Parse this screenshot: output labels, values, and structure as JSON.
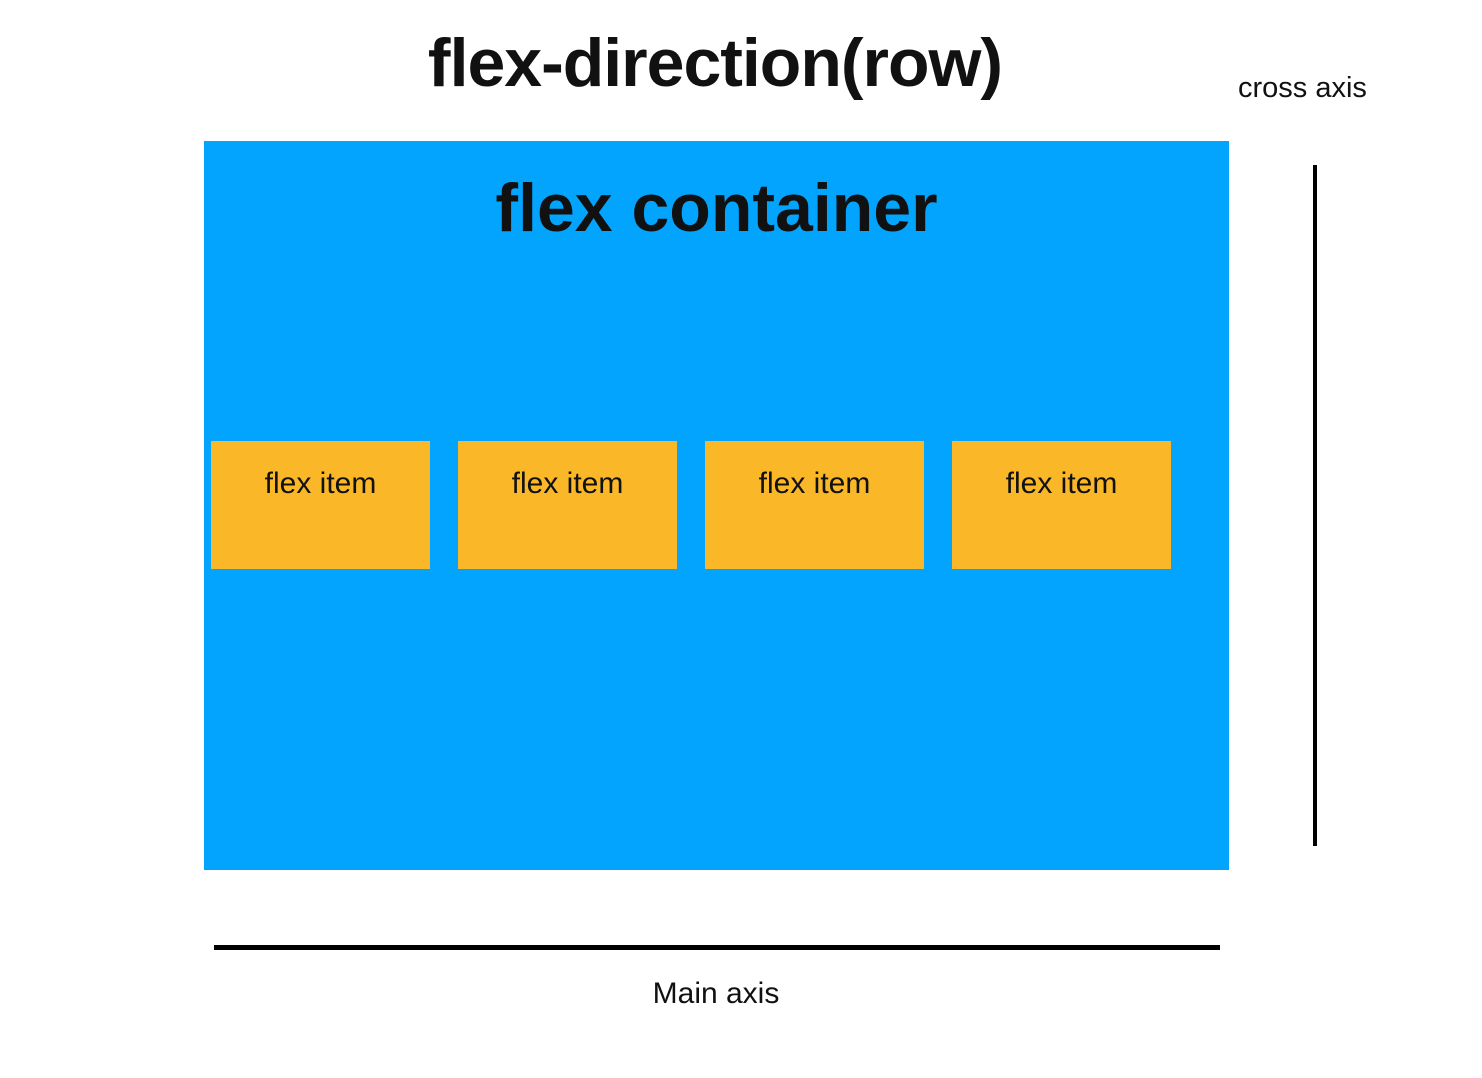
{
  "title": "flex-direction(row)",
  "cross_axis_label": "cross axis",
  "main_axis_label": "Main axis",
  "container": {
    "label": "flex container",
    "color": "#02a4fd"
  },
  "items": [
    {
      "label": "flex item"
    },
    {
      "label": "flex item"
    },
    {
      "label": "flex item"
    },
    {
      "label": "flex item"
    }
  ],
  "item_color": "#fab829"
}
